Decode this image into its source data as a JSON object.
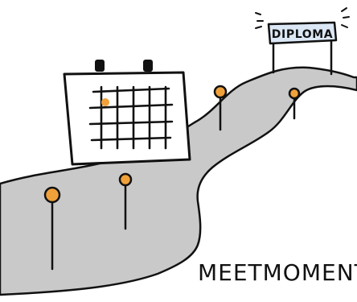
{
  "sign": {
    "label": "DIPLOMA"
  },
  "caption": {
    "text": "MEETMOMENTEN"
  },
  "colors": {
    "road": "#c9c9c9",
    "ink": "#111111",
    "pin": "#f0a13a",
    "sign": "#dbe7f5",
    "calendar_dot": "#f0a13a"
  },
  "icons": {
    "calendar": "calendar-icon",
    "pins": "map-pin-icon",
    "sign": "diploma-sign"
  }
}
